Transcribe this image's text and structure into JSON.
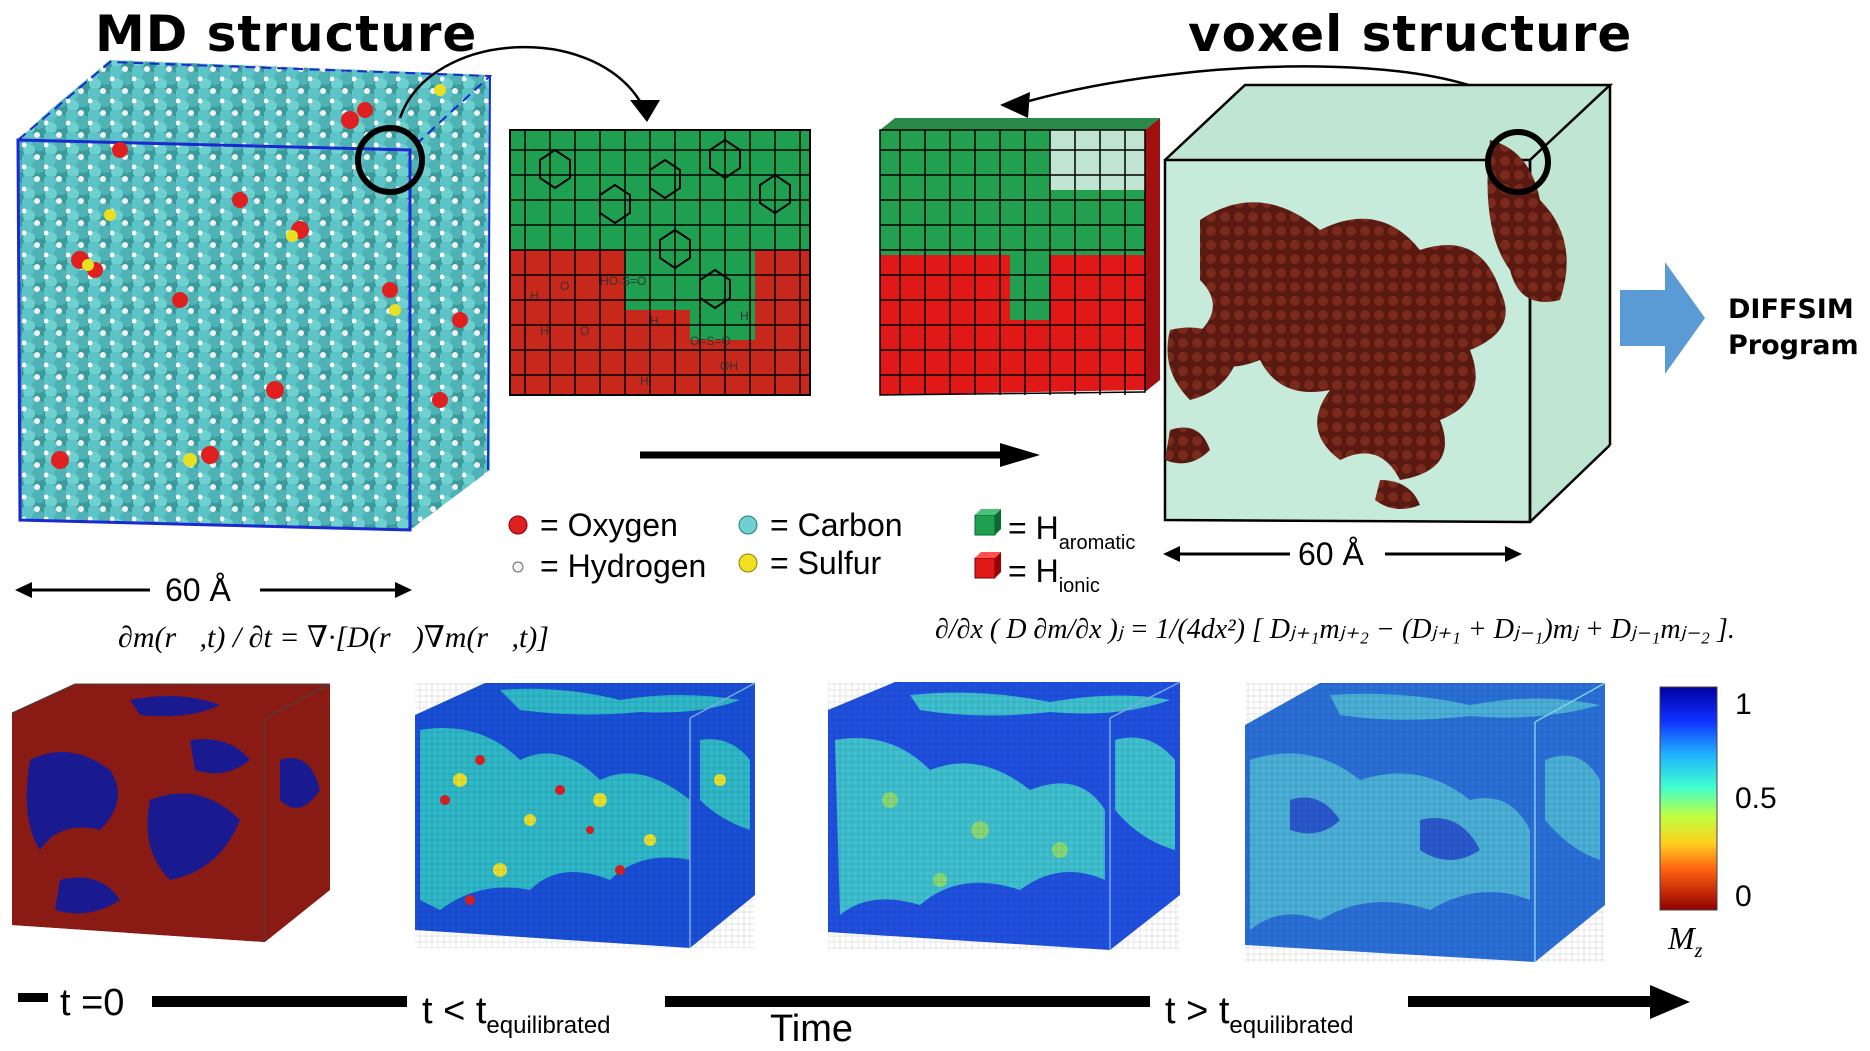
{
  "titles": {
    "md": "MD structure",
    "voxel": "voxel structure"
  },
  "program": {
    "line1": "DIFFSIM",
    "line2": "Program"
  },
  "legend": {
    "oxygen": "= Oxygen",
    "hydrogen": "= Hydrogen",
    "carbon": "= Carbon",
    "sulfur": "= Sulfur",
    "h_aromatic_prefix": "= H",
    "h_aromatic_sub": "aromatic",
    "h_ionic_prefix": "= H",
    "h_ionic_sub": "ionic"
  },
  "dimensions": {
    "md_size": "60 Å",
    "voxel_size": "60 Å"
  },
  "equations": {
    "diffusion": "∂m(r⃗,t) / ∂t = ∇·[D(r⃗)∇m(r⃗,t)]",
    "discrete_lhs": "∂/∂x ( D ∂m/∂x )ⱼ = 1/(4dx²)",
    "discrete_rhs": "[ Dⱼ₊₁mⱼ₊₂ − (Dⱼ₊₁ + Dⱼ₋₁)mⱼ + Dⱼ₋₁mⱼ₋₂ ]."
  },
  "colorbar": {
    "ticks": [
      "1",
      "0.5",
      "0"
    ],
    "label": "M",
    "label_sub": "z"
  },
  "timeline": {
    "t0": "t =0",
    "t_less": "t < t",
    "t_less_sub": "equilibrated",
    "t_greater": "t > t",
    "t_greater_sub": "equilibrated",
    "axis": "Time"
  },
  "colors": {
    "carbon": "#4fb3b3",
    "oxygen": "#e02020",
    "sulfur": "#e8e020",
    "hydrogen": "#f0f0f0",
    "aromatic": "#1fa050",
    "ionic": "#e01818",
    "arrow_blue": "#5b9bd5",
    "cube_dark": "#5a1a12",
    "cube_green": "#bfe5d3"
  }
}
